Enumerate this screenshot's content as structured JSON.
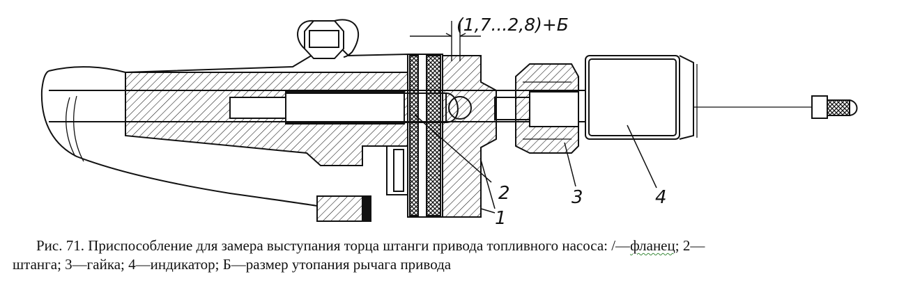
{
  "figure": {
    "dimension_label": "(1,7...2,8)+Б",
    "callouts": [
      "1",
      "2",
      "3",
      "4"
    ]
  },
  "caption": {
    "line1_main": "Рис. 71. Приспособление для замера выступания торца штанги привода топливного насоса: /—",
    "line1_flagged": "фланец",
    "line1_tail": "; 2—",
    "line2": "штанга; 3—гайка; 4—индикатор; Б—размер утопания рычага привода"
  }
}
